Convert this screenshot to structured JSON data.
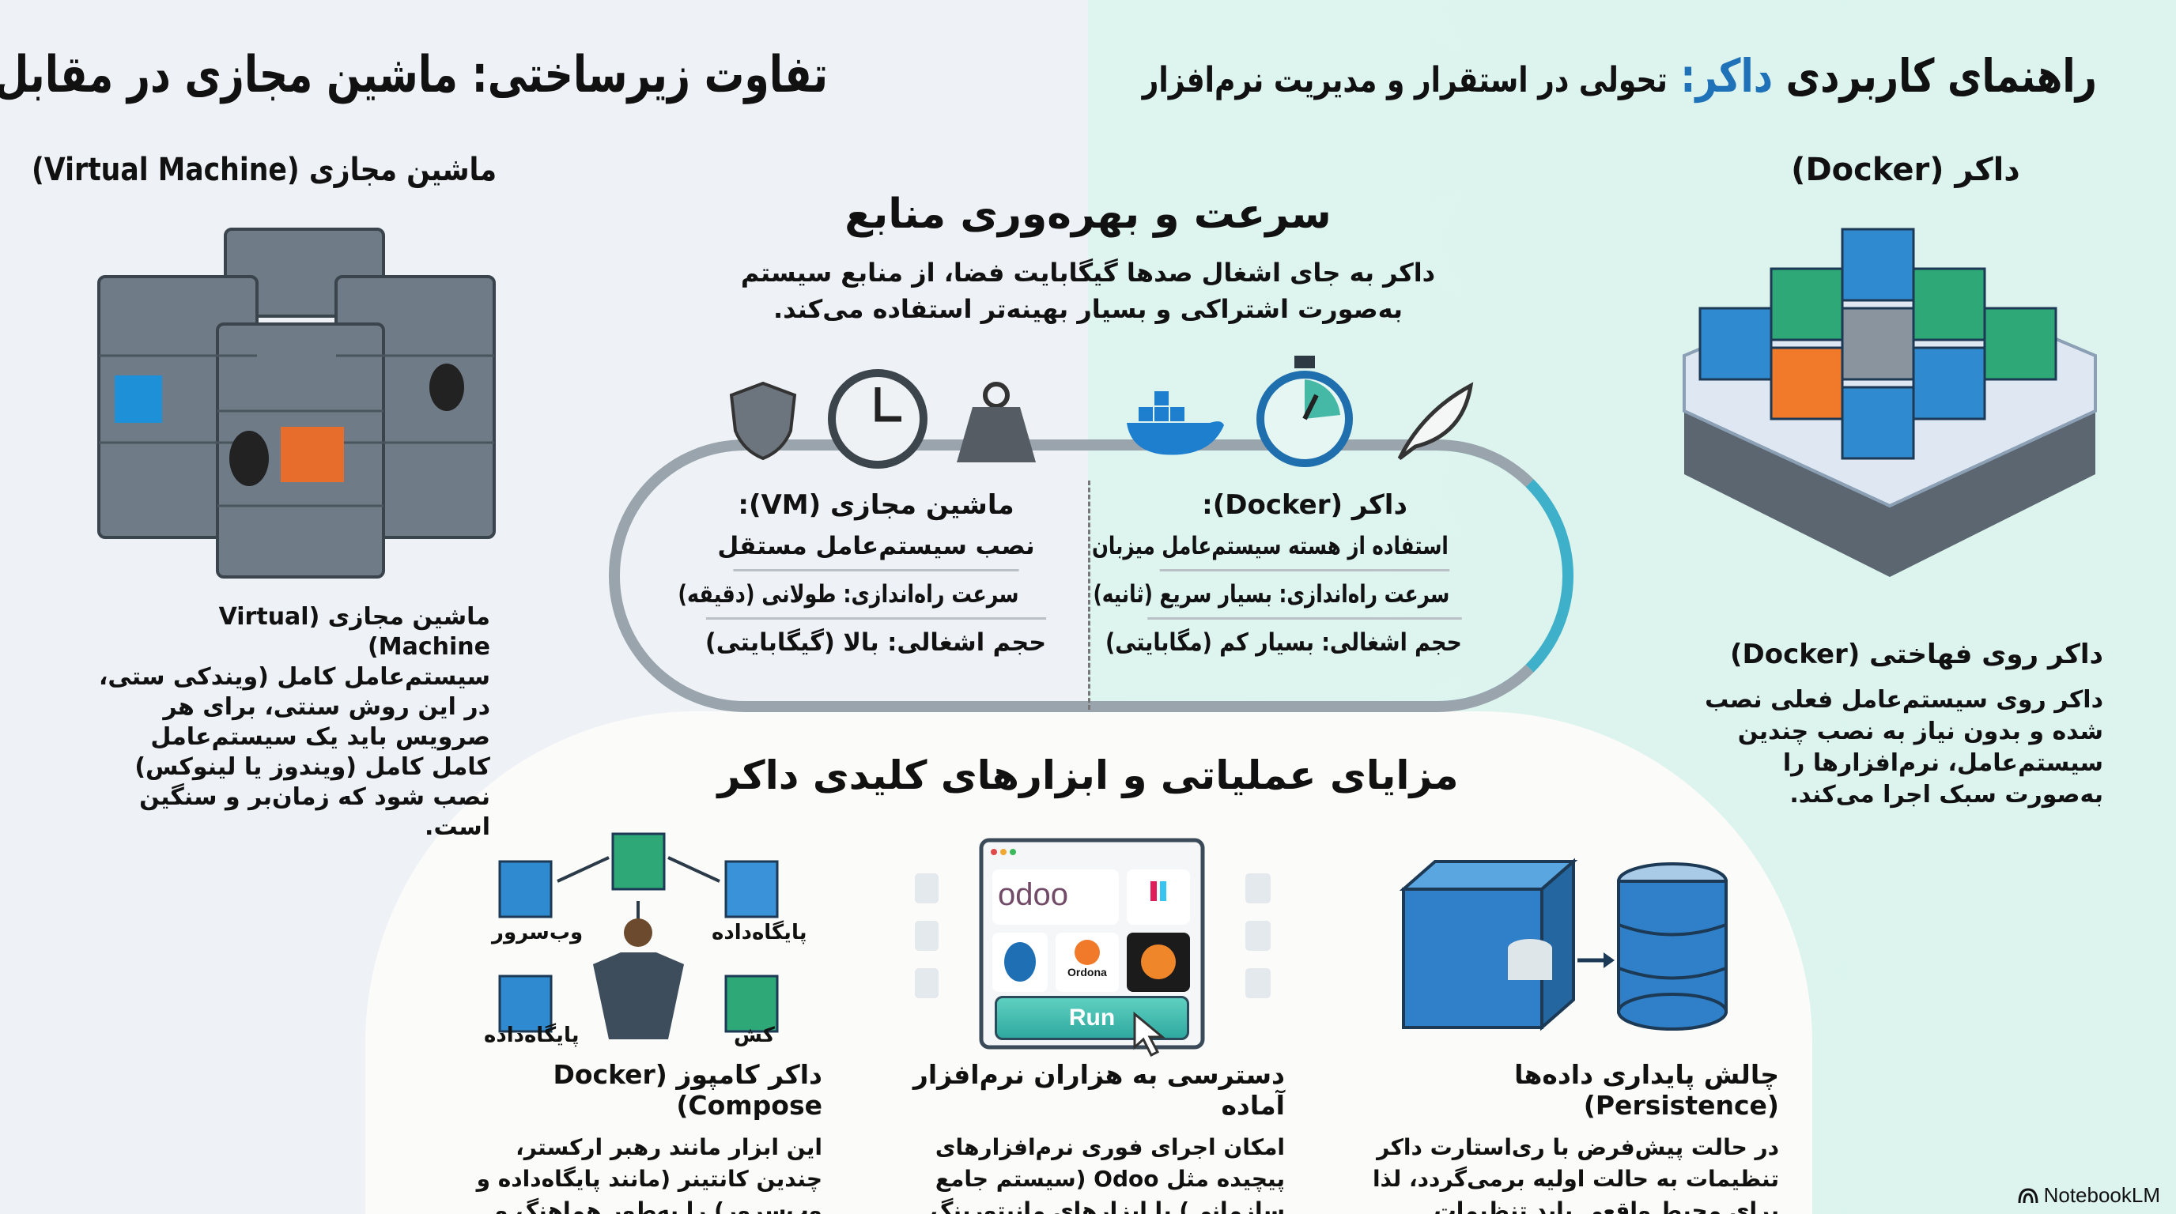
{
  "header": {
    "title_right_prefix": "راهنمای کاربردی",
    "title_right_accent": "داکر:",
    "title_right_suffix": "تحولی در استقرار و مدیریت نرم‌افزار",
    "title_left": "تفاوت زیرساختی: ماشین مجازی در مقابل داکر",
    "accent_color": "#1f72b8"
  },
  "docker_heading": "داکر (Docker)",
  "vm_heading": "ماشین مجازی (Virtual Machine)",
  "speed": {
    "title": "سرعت و بهره‌وری منابع",
    "desc_line1": "داکر به جای اشغال صدها گیگابایت فضا، از منابع سیستم",
    "desc_line2": "به‌صورت اشتراکی و بسیار بهینه‌تر استفاده می‌کند.",
    "icons_vm": [
      "shield-icon",
      "clock-icon",
      "weight-icon"
    ],
    "icons_docker": [
      "docker-whale-icon",
      "stopwatch-icon",
      "feather-icon"
    ]
  },
  "comparison": {
    "vm": {
      "header": "ماشین مجازی (VM):",
      "rows": [
        "نصب سیستم‌عامل مستقل",
        "سرعت راه‌اندازی: طولانی (دقیقه)",
        "حجم اشغالی: بالا (گیگابایتی)"
      ]
    },
    "docker": {
      "header": "داکر (Docker):",
      "rows": [
        "استفاده از هسته سیستم‌عامل میزبان",
        "سرعت راه‌اندازی: بسیار سریع (ثانیه)",
        "حجم اشغالی: بسیار کم (مگابایتی)"
      ]
    }
  },
  "vm_desc": {
    "title": "ماشین مجازی (Virtual Machine)",
    "line2": "سیستم‌عامل کامل (ویندکی ستی،",
    "body": "در این روش سنتی، برای هر صرویس باید یک سیستم‌عامل کامل کامل (ویندوز یا لینوکس) نصب شود که زمان‌بر و سنگین است."
  },
  "docker_desc": {
    "title": "داکر روی فهاختی (Docker)",
    "body": "داکر روی سیستم‌عامل فعلی نصب شده و بدون نیاز به نصب چندین سیستم‌عامل، نرم‌افزارها را به‌صورت سبک اجرا می‌کند."
  },
  "bottom": {
    "title": "مزایای عملیاتی و ابزارهای کلیدی داکر",
    "compose": {
      "labels": [
        "وب‌سرور",
        "پایگاه‌داده",
        "پایگاه‌داده",
        "کش"
      ],
      "title": "داکر کامپوز (Docker Compose)",
      "body": "این ابزار مانند رهبر ارکستر، چندین کانتینر (مانند پایگاه‌داده و وب‌سرور) را به‌طور هماهنگ و یکپارچه اجرا می‌کند."
    },
    "software": {
      "apps": [
        "odoo",
        "Ordona"
      ],
      "run_label": "Run",
      "title": "دسترسی به هزاران نرم‌افزار آماده",
      "body": "امکان اجرای فوری نرم‌افزارهای پیچیده مثل Odoo (سیستم جامع سازمانی) یا ابزارهای مانیتورینگ مثل Grafana با یک دستور."
    },
    "persistence": {
      "title": "چالش پایداری داده‌ها (Persistence)",
      "body": "در حالت پیش‌فرض با ری‌استارت داکر تنظیمات به حالت اولیه برمی‌گردد، لذا برای محیط واقعی باید تنظیمات ذخیره‌سازی دائمی انجام شود."
    }
  },
  "brand": "NotebookLM"
}
